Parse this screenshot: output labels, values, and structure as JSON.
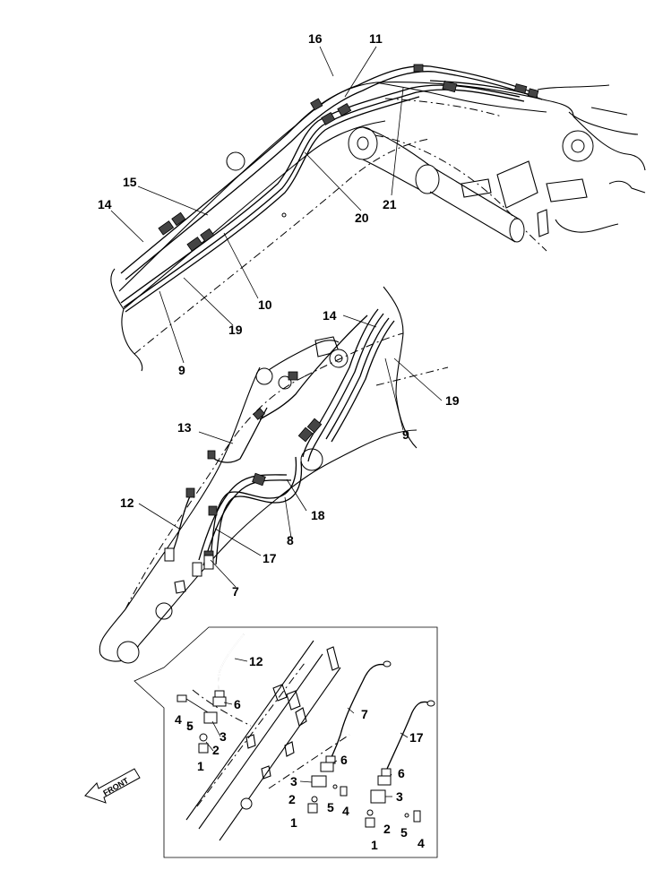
{
  "diagram": {
    "front_arrow_label": "FRONT",
    "callouts": {
      "c16": "16",
      "c11": "11",
      "c15": "15",
      "c14a": "14",
      "c21": "21",
      "c20": "20",
      "c10": "10",
      "c19a": "19",
      "c9a": "9",
      "c14b": "14",
      "c19b": "19",
      "c9b": "9",
      "c13": "13",
      "c12a": "12",
      "c18": "18",
      "c8": "8",
      "c17a": "17",
      "c7a": "7",
      "c12b": "12",
      "c6a": "6",
      "c4a": "4",
      "c5a": "5",
      "c3a": "3",
      "c2a": "2",
      "c1a": "1",
      "c7b": "7",
      "c17b": "17",
      "c6b": "6",
      "c6c": "6",
      "c3b": "3",
      "c3c": "3",
      "c2b": "2",
      "c5b": "5",
      "c4b": "4",
      "c1b": "1",
      "c2c": "2",
      "c1c": "1",
      "c5c": "5",
      "c4c": "4"
    }
  }
}
